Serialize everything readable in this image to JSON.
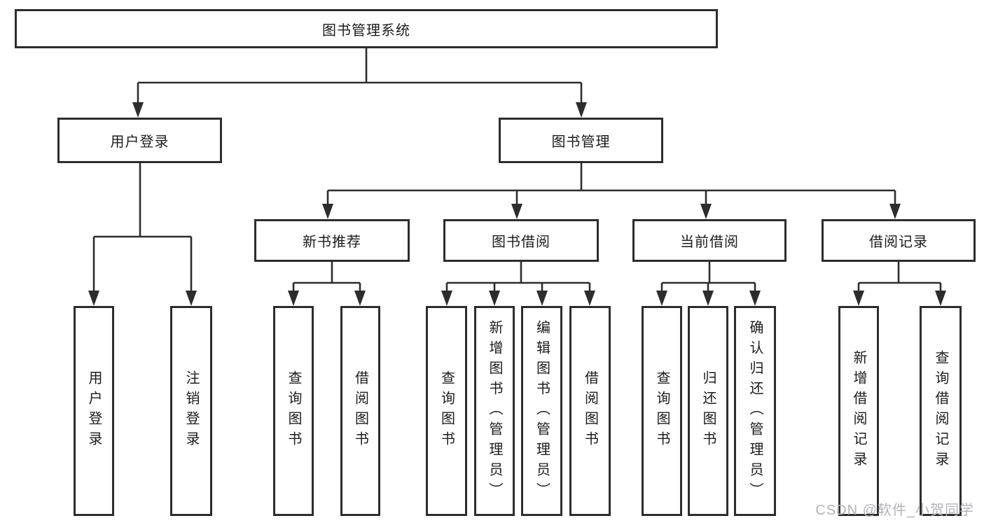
{
  "tree": {
    "root": {
      "label": "图书管理系统"
    },
    "branches": [
      {
        "label": "用户登录",
        "children": [
          {
            "label": "用户登录"
          },
          {
            "label": "注销登录"
          }
        ]
      },
      {
        "label": "图书管理",
        "children": [
          {
            "label": "新书推荐",
            "children": [
              {
                "label": "查询图书"
              },
              {
                "label": "借阅图书"
              }
            ]
          },
          {
            "label": "图书借阅",
            "children": [
              {
                "label": "查询图书"
              },
              {
                "label": "新增图书（管理员）"
              },
              {
                "label": "编辑图书（管理员）"
              },
              {
                "label": "借阅图书"
              }
            ]
          },
          {
            "label": "当前借阅",
            "children": [
              {
                "label": "查询图书"
              },
              {
                "label": "归还图书"
              },
              {
                "label": "确认归还（管理员）"
              }
            ]
          },
          {
            "label": "借阅记录",
            "children": [
              {
                "label": "新增借阅记录"
              },
              {
                "label": "查询借阅记录"
              }
            ]
          }
        ]
      }
    ]
  },
  "watermark": "CSDN @软件_小贺同学",
  "colors": {
    "line": "#2d2d2d",
    "text": "#1c1c1c",
    "watermark": "#b3b3b8",
    "background": "#ffffff"
  }
}
